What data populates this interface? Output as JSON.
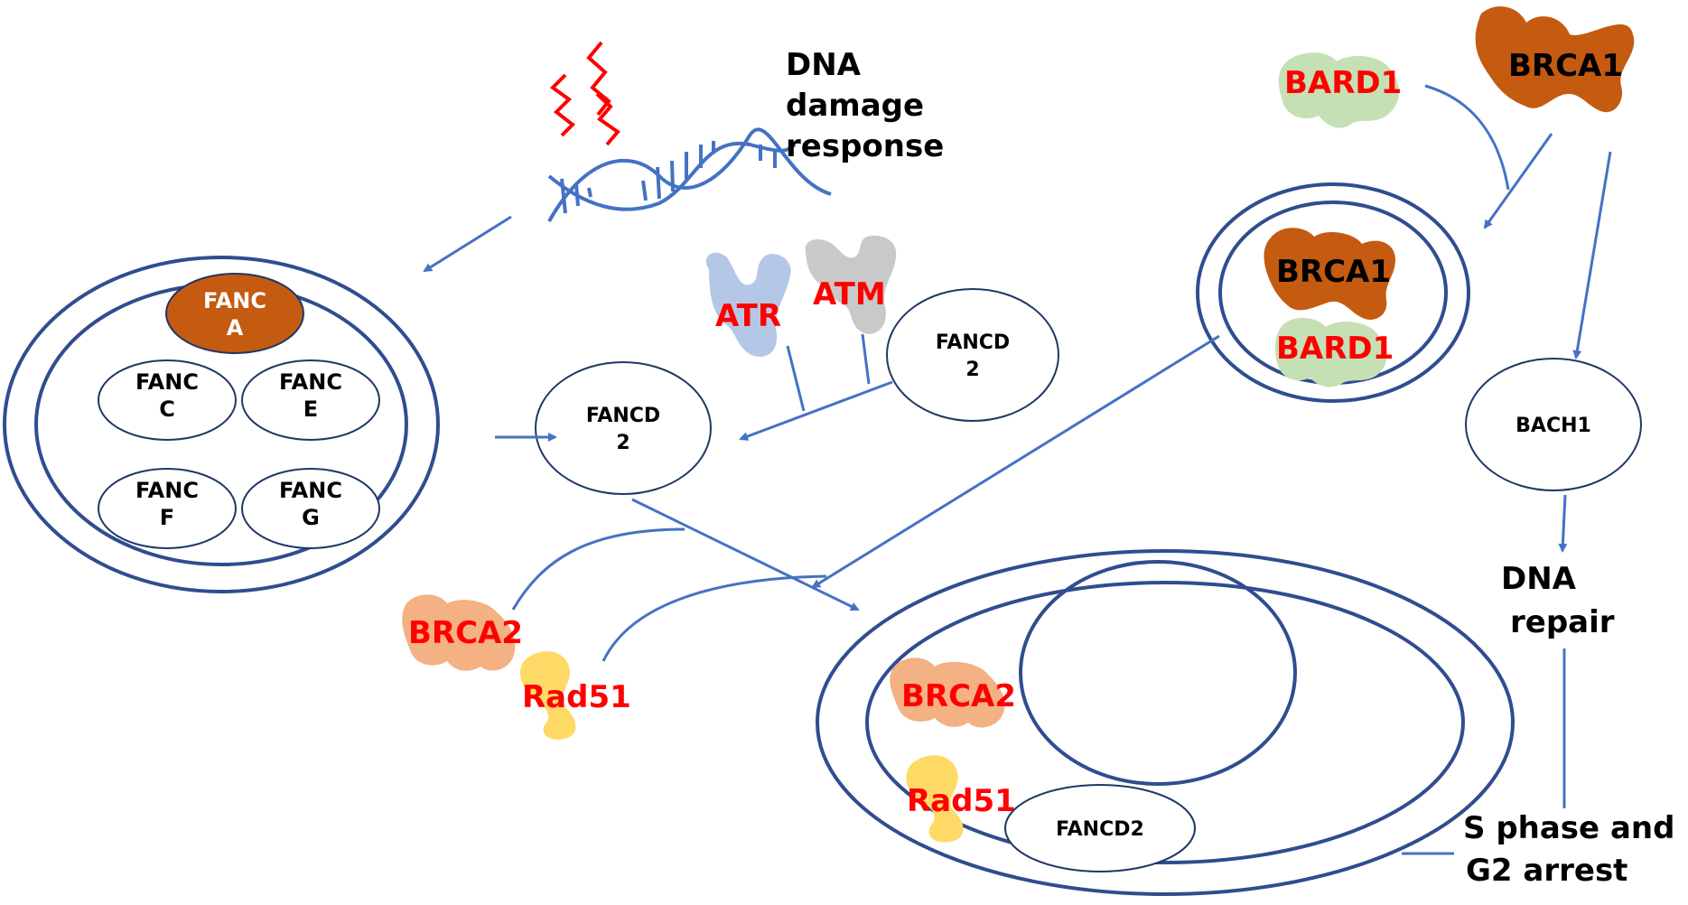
{
  "colors": {
    "line": "#4472c4",
    "ring": "#2f4d8f",
    "fanca_fill": "#c55a11",
    "brca1_fill": "#c55a11",
    "bard1_fill": "#c5e0b4",
    "brca2_fill": "#f4b183",
    "rad51_fill": "#ffd966",
    "atr_fill": "#b4c7e7",
    "atm_fill": "#c9c9c9",
    "damage_red": "#ff0000",
    "red_text": "#ff0000"
  },
  "dna_damage": {
    "line1": "DNA",
    "line2": "damage",
    "line3": "response"
  },
  "fanc_complex": {
    "fanca": {
      "line1": "FANC",
      "line2": "A"
    },
    "fancc": {
      "line1": "FANC",
      "line2": "C"
    },
    "fance": {
      "line1": "FANC",
      "line2": "E"
    },
    "fancf": {
      "line1": "FANC",
      "line2": "F"
    },
    "fancg": {
      "line1": "FANC",
      "line2": "G"
    }
  },
  "fancd2_main": {
    "line1": "FANCD",
    "line2": "2"
  },
  "fancd2_kinase": {
    "line1": "FANCD",
    "line2": "2"
  },
  "atr": "ATR",
  "atm": "ATM",
  "brca2_left": "BRCA2",
  "rad51_left": "Rad51",
  "bard1_free": "BARD1",
  "brca1_free": "BRCA1",
  "brca1_complex": "BRCA1",
  "bard1_complex": "BARD1",
  "bach1": "BACH1",
  "dna_repair": {
    "line1": "DNA",
    "line2": "repair"
  },
  "repair_complex": {
    "brca2": "BRCA2",
    "rad51": "Rad51",
    "fancd2": "FANCD2"
  },
  "arrest": {
    "line1": "S phase and",
    "line2": "G2 arrest"
  }
}
